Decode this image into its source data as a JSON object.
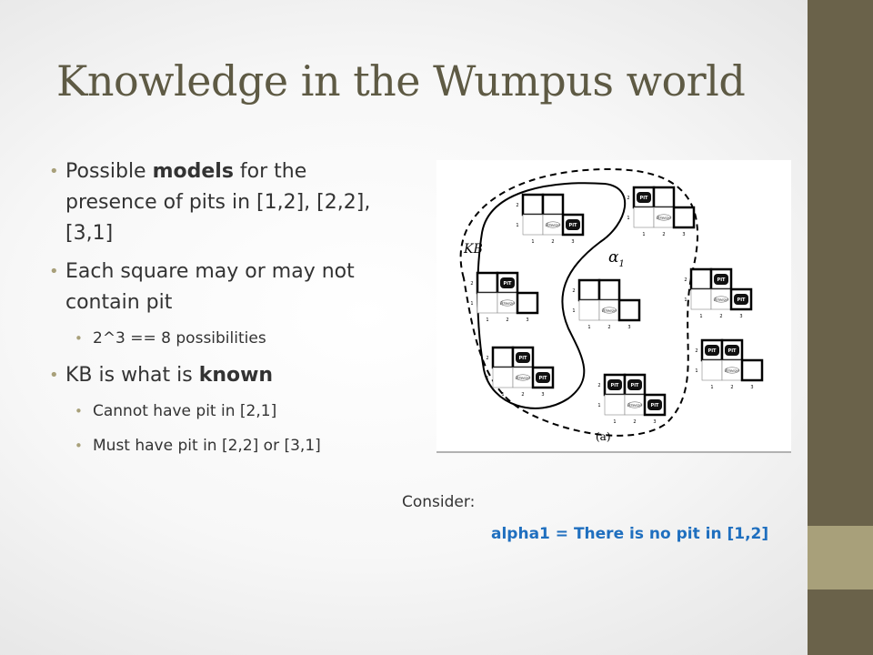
{
  "slide": {
    "title": "Knowledge in the Wumpus world",
    "bullets": [
      {
        "pre": "Possible ",
        "bold": "models",
        "post": " for the presence of pits in [1,2], [2,2], [3,1]"
      },
      {
        "text": "Each square may or may not contain pit"
      },
      {
        "text": "2^3 == 8 possibilities"
      },
      {
        "pre": "KB is what is ",
        "bold": "known",
        "post": ""
      },
      {
        "text": "Cannot have pit in [2,1]"
      },
      {
        "text": "Must have pit in [2,2] or [3,1]"
      }
    ],
    "consider_label": "Consider:",
    "alpha_statement": "alpha1 = There is no pit in [1,2]"
  },
  "figure": {
    "kb_label": "KB",
    "alpha_label": "α",
    "alpha_sub": "1",
    "caption": "(a)",
    "pit_label": "PIT",
    "breeze_label": "Breeze",
    "row_labels": [
      "2",
      "1"
    ],
    "col_labels": [
      "1",
      "2",
      "3"
    ]
  },
  "colors": {
    "title": "#5e5a44",
    "sidebar_dark": "#6a624a",
    "sidebar_light": "#a8a07a",
    "alpha_text": "#1f6fbf"
  }
}
